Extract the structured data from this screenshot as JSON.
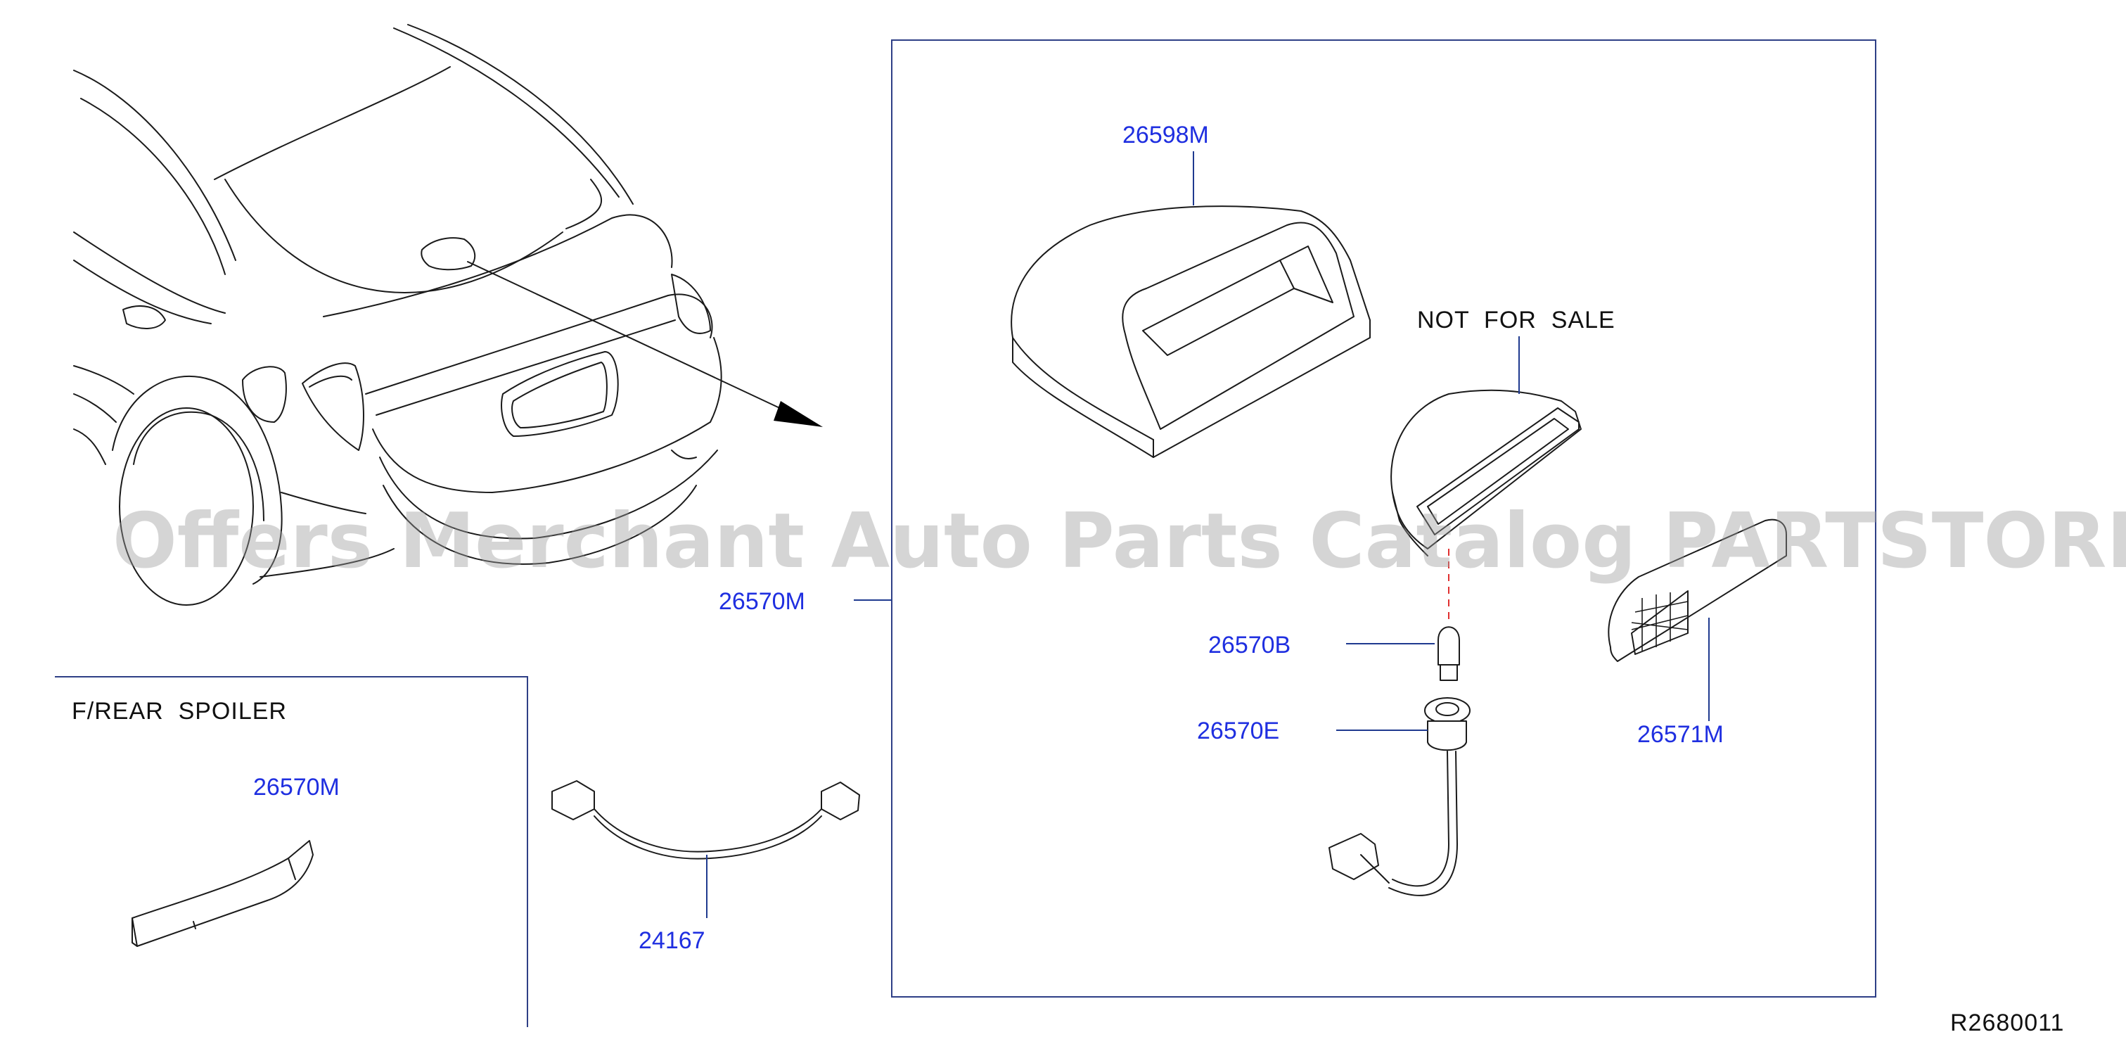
{
  "diagram": {
    "parts": [
      {
        "id": "p26598M",
        "number": "26598M"
      },
      {
        "id": "p26570M_main",
        "number": "26570M"
      },
      {
        "id": "p26570B",
        "number": "26570B"
      },
      {
        "id": "p26570E",
        "number": "26570E"
      },
      {
        "id": "p26571M",
        "number": "26571M"
      },
      {
        "id": "p26570M_spoiler",
        "number": "26570M"
      },
      {
        "id": "p24167",
        "number": "24167"
      }
    ],
    "notes": {
      "not_for_sale": "NOT  FOR  SALE",
      "spoiler_section": "F/REAR  SPOILER"
    },
    "watermark": "Offers Merchant Auto Parts Catalog PARTSTORE.SA",
    "reference_code": "R2680011"
  },
  "colors": {
    "label": "#1f2fe0",
    "frame": "#2e3f86",
    "line": "#1a1a1a",
    "dashed_leader": "#e03030",
    "watermark": "#9a9a9a"
  }
}
